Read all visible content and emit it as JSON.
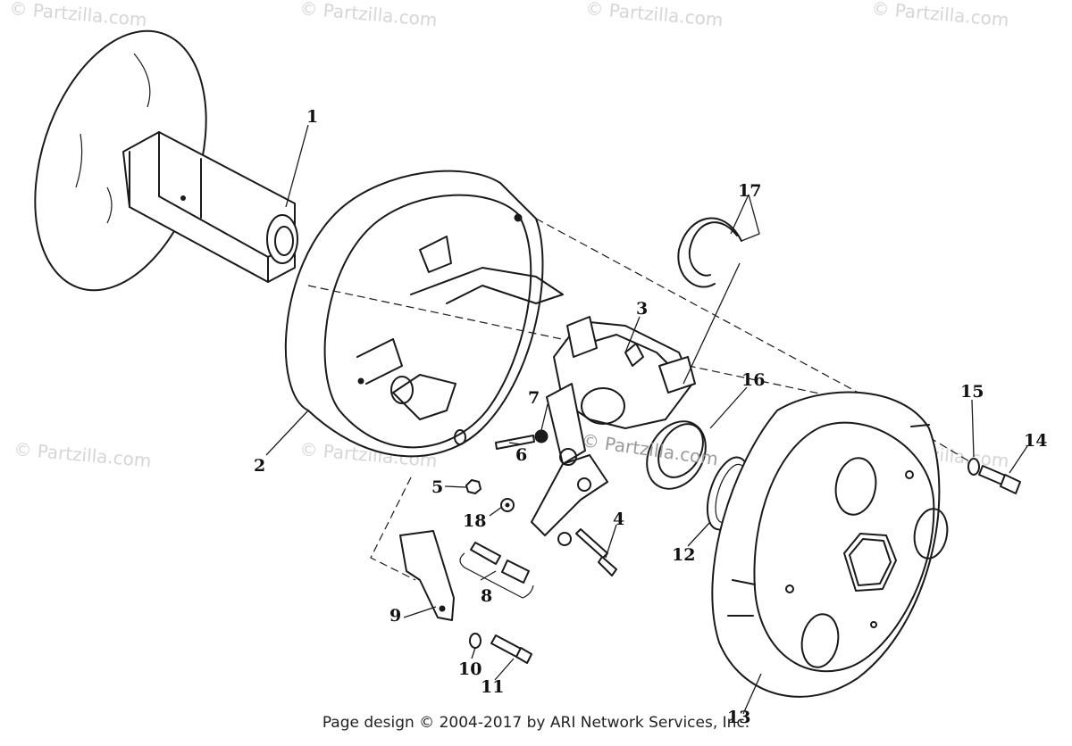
{
  "watermark": {
    "text": "© Partzilla.com"
  },
  "callouts": [
    {
      "id": "1",
      "label": "1"
    },
    {
      "id": "2",
      "label": "2"
    },
    {
      "id": "3",
      "label": "3"
    },
    {
      "id": "4",
      "label": "4"
    },
    {
      "id": "5",
      "label": "5"
    },
    {
      "id": "6",
      "label": "6"
    },
    {
      "id": "7",
      "label": "7"
    },
    {
      "id": "8",
      "label": "8"
    },
    {
      "id": "9",
      "label": "9"
    },
    {
      "id": "10",
      "label": "10"
    },
    {
      "id": "11",
      "label": "11"
    },
    {
      "id": "12",
      "label": "12"
    },
    {
      "id": "13",
      "label": "13"
    },
    {
      "id": "14",
      "label": "14"
    },
    {
      "id": "15",
      "label": "15"
    },
    {
      "id": "16",
      "label": "16"
    },
    {
      "id": "17",
      "label": "17"
    },
    {
      "id": "18",
      "label": "18"
    }
  ],
  "footer": {
    "text": "Page design © 2004-2017 by ARI Network Services, Inc."
  }
}
